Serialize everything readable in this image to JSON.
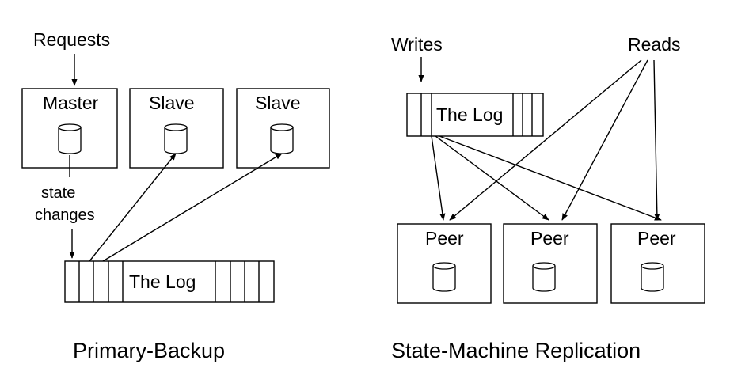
{
  "primary_backup": {
    "requests_label": "Requests",
    "master_label": "Master",
    "slave_label_1": "Slave",
    "slave_label_2": "Slave",
    "state_changes_line1": "state",
    "state_changes_line2": "changes",
    "log_label": "The Log",
    "caption": "Primary-Backup"
  },
  "state_machine": {
    "writes_label": "Writes",
    "reads_label": "Reads",
    "log_label": "The Log",
    "peer_label_1": "Peer",
    "peer_label_2": "Peer",
    "peer_label_3": "Peer",
    "caption": "State-Machine Replication"
  },
  "icons": {
    "database": "database-cylinder-icon",
    "arrow": "arrowhead-icon"
  }
}
